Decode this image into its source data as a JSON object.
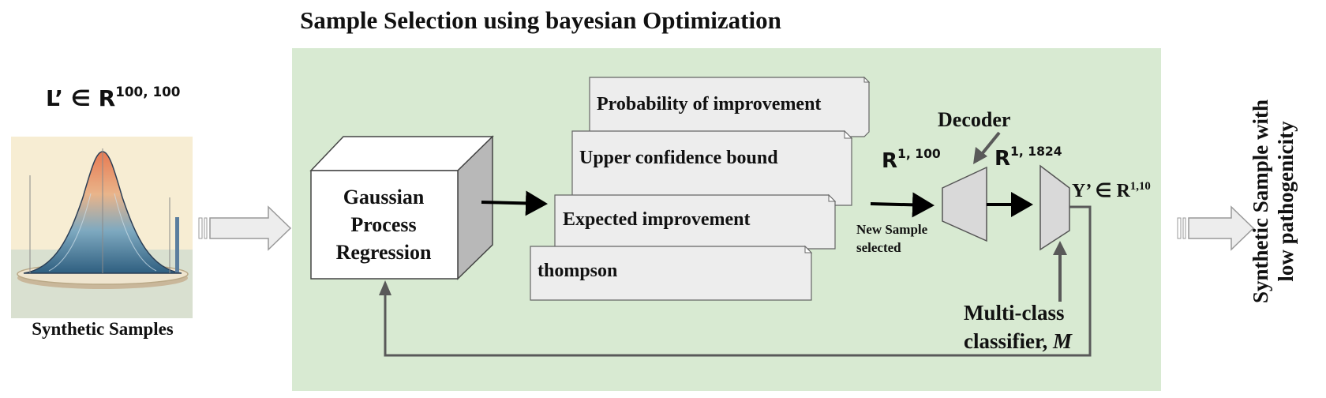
{
  "title": "Sample Selection using bayesian Optimization",
  "latent_label": {
    "base": "L’ ∈ R",
    "sup": "100, 100"
  },
  "synthetic_samples_label": "Synthetic Samples",
  "gpr_label": [
    "Gaussian",
    "Process",
    "Regression"
  ],
  "acquisition_functions": [
    "Probability of improvement",
    "Upper confidence bound",
    "Expected improvement",
    "thompson"
  ],
  "latent_vector_label": {
    "base": "R",
    "sup": "1, 100"
  },
  "new_sample_label": [
    "New Sample",
    "selected"
  ],
  "decoder_label": "Decoder",
  "decoder_output_label": {
    "base": "R",
    "sup": "1, 1824"
  },
  "classifier_output_label": {
    "base": "Y’ ∈ R",
    "sup": "1,10"
  },
  "classifier_label": [
    "Multi-class",
    "classifier, ",
    "M"
  ],
  "output_label": [
    "Synthetic Sample with",
    "low pathogenicity"
  ],
  "colors": {
    "panel": "#d8ead2",
    "card_fill": "#efefef",
    "arrow_gray": "#595959"
  }
}
